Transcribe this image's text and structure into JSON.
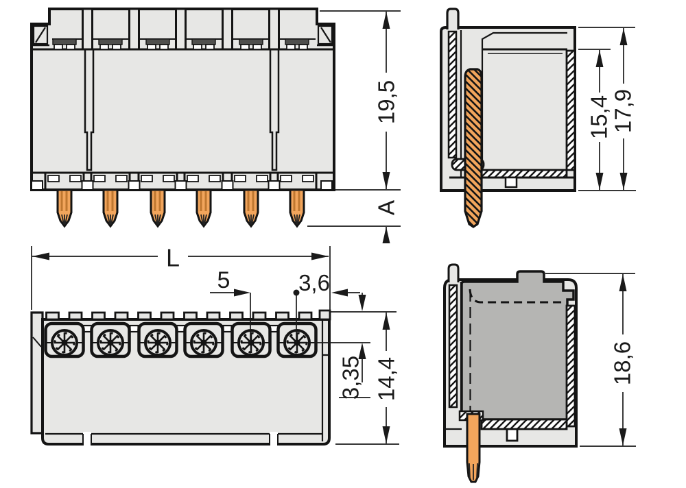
{
  "views": {
    "front": {
      "dims": {
        "height_total": "19,5",
        "pin_protrusion": "A"
      }
    },
    "side_upper": {
      "dims": {
        "height_inner": "15,4",
        "height_outer": "17,9"
      }
    },
    "terminal": {
      "dims": {
        "length_total": "L",
        "pin_pitch": "5",
        "pin_to_edge": "3,6",
        "pin_to_face": "3,35",
        "depth_total": "14,4"
      }
    },
    "side_mated": {
      "dims": {
        "height_total": "18,6"
      }
    }
  },
  "colors": {
    "housing": "#e7e7e5",
    "mating_plug": "#b5b5b3",
    "pin_copper": "#f2a55c",
    "pin_stripe": "#bf7730",
    "outline": "#141414",
    "dimension_lines": "#1a1a1a",
    "background": "#ffffff"
  }
}
